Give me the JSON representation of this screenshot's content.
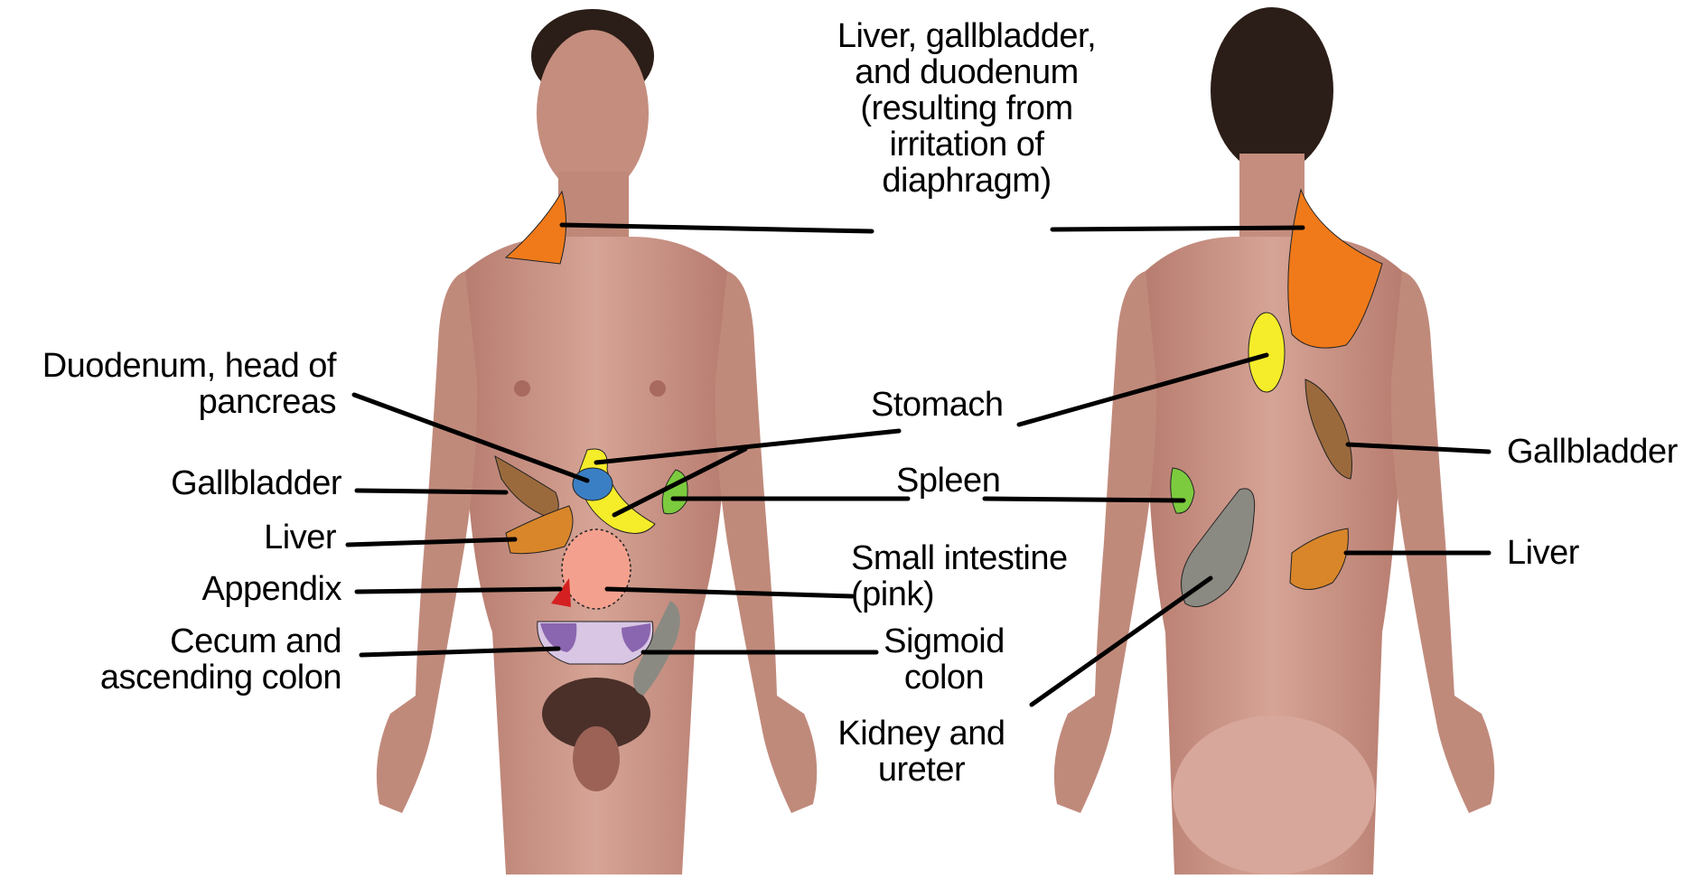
{
  "labels": {
    "top": "Liver, gallbladder,\nand duodenum\n(resulting from\nirritation of\ndiaphragm)",
    "duodenum": "Duodenum, head of\npancreas",
    "gallbladder_front": "Gallbladder",
    "liver_front": "Liver",
    "appendix": "Appendix",
    "cecum": "Cecum and\nascending colon",
    "stomach": "Stomach",
    "spleen": "Spleen",
    "small_intestine": "Small intestine\n(pink)",
    "sigmoid": "Sigmoid\ncolon",
    "kidney": "Kidney and\nureter",
    "gallbladder_back": "Gallbladder",
    "liver_back": "Liver"
  },
  "colors": {
    "orange": "#f07a1a",
    "yellow": "#f5ec2a",
    "brown": "#9b6a3c",
    "liver": "#d9862a",
    "green": "#7ccb3e",
    "blue": "#3a7fc4",
    "pink": "#f4a08e",
    "red": "#d42020",
    "lavender": "#d8c6e4",
    "purple": "#8a66b0",
    "gray": "#8a8a82",
    "skin": "#cf9a8a",
    "skin_dark": "#a9685e",
    "hair": "#2b1d17"
  }
}
